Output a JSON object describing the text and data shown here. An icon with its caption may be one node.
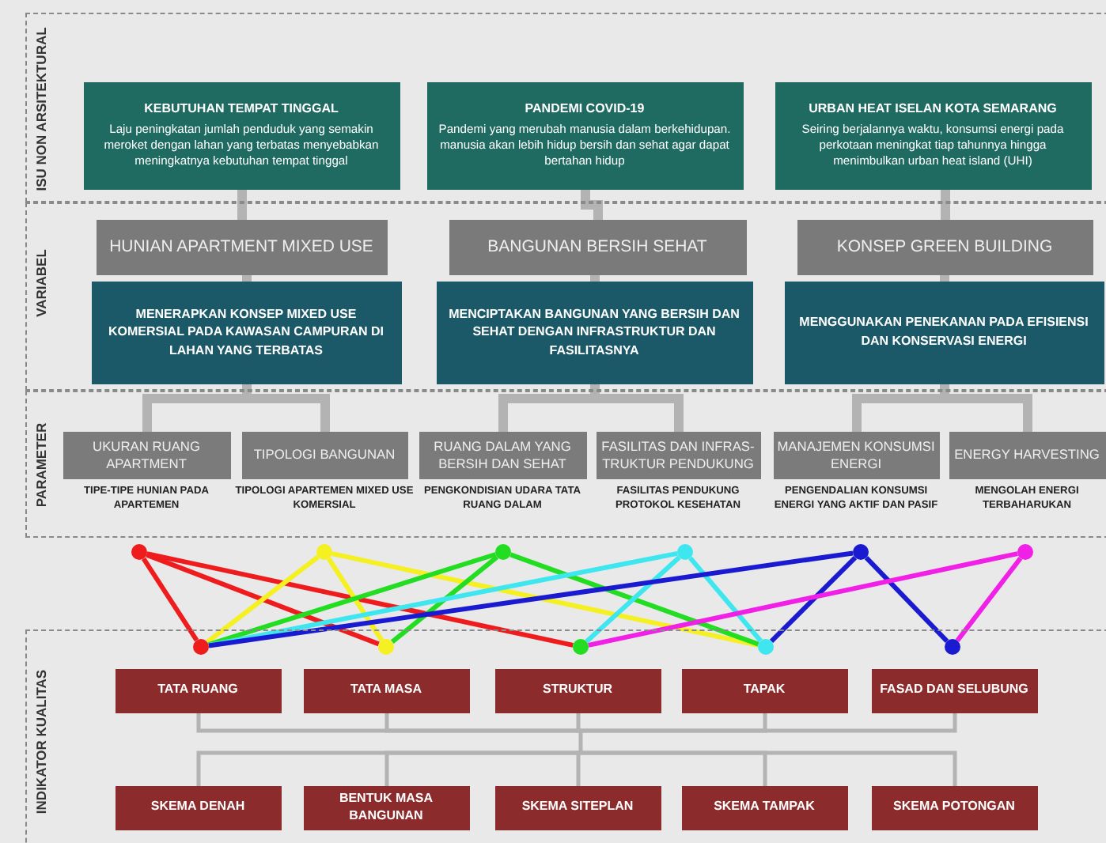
{
  "diagram": {
    "nodes": [
      {
        "text": [
          "ISU NON ARSITEKTURAL"
        ]
      },
      {
        "text": [
          "KEBUTUHAN TEMPAT TINGGAL",
          "Laju peningkatan jumlah penduduk yang semakin meroket dengan lahan yang terbatas menyebabkan meningkatnya kebutuhan tempat tinggal"
        ],
        "in": 0
      },
      {
        "text": [
          "PANDEMI COVID-19",
          "Pandemi yang merubah manusia dalam berkehidupan. manusia akan lebih hidup bersih dan sehat agar dapat bertahan hidup"
        ],
        "in": 0
      },
      {
        "text": [
          "URBAN HEAT ISELAN KOTA SEMARANG",
          "Seiring berjalannya waktu, konsumsi energi pada perkotaan meningkat tiap tahunnya hingga menimbulkan urban heat island (UHI)"
        ],
        "in": 0
      },
      {
        "text": [
          "VARIABEL"
        ]
      },
      {
        "text": [
          "HUNIAN APARTMENT MIXED USE"
        ],
        "in": 4
      },
      {
        "text": [
          "MENERAPKAN KONSEP MIXED USE KOMERSIAL PADA KAWASAN CAMPURAN DI LAHAN YANG TERBATAS"
        ],
        "in": 4
      },
      {
        "text": [
          "BANGUNAN BERSIH SEHAT"
        ],
        "in": 4
      },
      {
        "text": [
          "MENCIPTAKAN BANGUNAN YANG BERSIH DAN SEHAT DENGAN INFRASTRUKTUR DAN FASILITASNYA"
        ],
        "in": 4
      },
      {
        "text": [
          "KONSEP GREEN BUILDING"
        ],
        "in": 4
      },
      {
        "text": [
          "MENGGUNAKAN PENEKANAN PADA EFISIENSI DAN KONSERVASI ENERGI"
        ],
        "in": 4
      },
      {
        "text": [
          "PARAMETER"
        ]
      },
      {
        "text": [
          "UKURAN RUANG APARTMENT"
        ],
        "in": 11,
        "beside": [
          "TIPE-TIPE HUNIAN PADA APARTEMEN"
        ]
      },
      {
        "text": [
          "TIPOLOGI BANGUNAN"
        ],
        "in": 11,
        "beside": [
          "TIPOLOGI APARTEMEN MIXED USE KOMERSIAL"
        ]
      },
      {
        "text": [
          "RUANG DALAM YANG BERSIH DAN SEHAT"
        ],
        "in": 11,
        "beside": [
          "PENGKONDISIAN UDARA TATA RUANG DALAM"
        ]
      },
      {
        "text": [
          "FASILITAS DAN INFRAS- TRUKTUR PENDUKUNG"
        ],
        "in": 11,
        "beside": [
          "FASILITAS PENDUKUNG PROTOKOL KESEHATAN"
        ]
      },
      {
        "text": [
          "MANAJEMEN KONSUMSI ENERGI"
        ],
        "in": 11,
        "beside": [
          "PENGENDALIAN KONSUMSI ENERGI YANG AKTIF DAN PASIF"
        ]
      },
      {
        "text": [
          "ENERGY HARVESTING"
        ],
        "in": 11,
        "beside": [
          "MENGOLAH ENERGI TERBAHARUKAN"
        ]
      },
      {
        "text": [],
        "shape": "circle"
      },
      {
        "text": [],
        "shape": "circle"
      },
      {
        "text": [],
        "shape": "circle"
      },
      {
        "text": [],
        "shape": "circle"
      },
      {
        "text": [],
        "shape": "circle"
      },
      {
        "text": [],
        "shape": "circle"
      },
      {
        "text": [
          "INDIKATOR KUALITAS"
        ]
      },
      {
        "text": [],
        "shape": "circle",
        "in": 24
      },
      {
        "text": [],
        "shape": "circle",
        "in": 24
      },
      {
        "text": [],
        "shape": "circle",
        "in": 24
      },
      {
        "text": [],
        "shape": "circle",
        "in": 24
      },
      {
        "text": [],
        "shape": "circle",
        "in": 24
      },
      {
        "text": [
          "TATA RUANG"
        ],
        "in": 24
      },
      {
        "text": [
          "TATA MASA"
        ],
        "in": 24
      },
      {
        "text": [
          "STRUKTUR"
        ],
        "in": 24
      },
      {
        "text": [
          "TAPAK"
        ],
        "in": 24
      },
      {
        "text": [
          "FASAD DAN SELUBUNG"
        ],
        "in": 24
      },
      {
        "text": [
          "SKEMA DENAH"
        ],
        "in": 24
      },
      {
        "text": [
          "BENTUK MASA BANGUNAN"
        ],
        "in": 24
      },
      {
        "text": [
          "SKEMA SITEPLAN"
        ],
        "in": 24
      },
      {
        "text": [
          "SKEMA TAMPAK"
        ],
        "in": 24
      },
      {
        "text": [
          "SKEMA POTONGAN"
        ],
        "in": 24
      }
    ],
    "edges": [
      {
        "from": 1,
        "to": 5,
        "arrow": "none",
        "style": "thick"
      },
      {
        "from": 5,
        "to": 6,
        "arrow": "none",
        "style": "thick"
      },
      {
        "from": 2,
        "to": 7,
        "arrow": "none",
        "style": "thick"
      },
      {
        "from": 7,
        "to": 8,
        "arrow": "none",
        "style": "thick"
      },
      {
        "from": 3,
        "to": 9,
        "arrow": "none",
        "style": "thick"
      },
      {
        "from": 9,
        "to": 10,
        "arrow": "none",
        "style": "thick"
      },
      {
        "from": 6,
        "to": 12,
        "arrow": "none",
        "style": "thick"
      },
      {
        "from": 6,
        "to": 13,
        "arrow": "none",
        "style": "thick"
      },
      {
        "from": 8,
        "to": 14,
        "arrow": "none",
        "style": "thick"
      },
      {
        "from": 8,
        "to": 15,
        "arrow": "none",
        "style": "thick"
      },
      {
        "from": 10,
        "to": 16,
        "arrow": "none",
        "style": "thick"
      },
      {
        "from": 10,
        "to": 17,
        "arrow": "none",
        "style": "thick"
      },
      {
        "from": 18,
        "to": 25,
        "arrow": "none",
        "color": "#ee1c1c"
      },
      {
        "from": 18,
        "to": 26,
        "arrow": "none",
        "color": "#ee1c1c"
      },
      {
        "from": 18,
        "to": 27,
        "arrow": "none",
        "color": "#ee1c1c"
      },
      {
        "from": 19,
        "to": 25,
        "arrow": "none",
        "color": "#f5f021"
      },
      {
        "from": 19,
        "to": 26,
        "arrow": "none",
        "color": "#f5f021"
      },
      {
        "from": 19,
        "to": 28,
        "arrow": "none",
        "color": "#f5f021"
      },
      {
        "from": 20,
        "to": 25,
        "arrow": "none",
        "color": "#22dd22"
      },
      {
        "from": 20,
        "to": 26,
        "arrow": "none",
        "color": "#22dd22"
      },
      {
        "from": 20,
        "to": 28,
        "arrow": "none",
        "color": "#22dd22"
      },
      {
        "from": 21,
        "to": 25,
        "arrow": "none",
        "color": "#3ee6ef"
      },
      {
        "from": 21,
        "to": 27,
        "arrow": "none",
        "color": "#3ee6ef"
      },
      {
        "from": 21,
        "to": 28,
        "arrow": "none",
        "color": "#3ee6ef"
      },
      {
        "from": 22,
        "to": 25,
        "arrow": "none",
        "color": "#1a1ad0"
      },
      {
        "from": 22,
        "to": 28,
        "arrow": "none",
        "color": "#1a1ad0"
      },
      {
        "from": 22,
        "to": 29,
        "arrow": "none",
        "color": "#1a1ad0"
      },
      {
        "from": 23,
        "to": 27,
        "arrow": "none",
        "color": "#f020e6"
      },
      {
        "from": 23,
        "to": 29,
        "arrow": "none",
        "color": "#f020e6"
      },
      {
        "from": 30,
        "to": 35,
        "arrow": "none"
      },
      {
        "from": 30,
        "to": 36,
        "arrow": "none"
      },
      {
        "from": 30,
        "to": 37,
        "arrow": "none"
      },
      {
        "from": 30,
        "to": 38,
        "arrow": "none"
      },
      {
        "from": 30,
        "to": 39,
        "arrow": "none"
      },
      {
        "from": 31,
        "to": 35,
        "arrow": "none"
      },
      {
        "from": 31,
        "to": 36,
        "arrow": "none"
      },
      {
        "from": 31,
        "to": 37,
        "arrow": "none"
      },
      {
        "from": 31,
        "to": 38,
        "arrow": "none"
      },
      {
        "from": 31,
        "to": 39,
        "arrow": "none"
      },
      {
        "from": 32,
        "to": 35,
        "arrow": "none"
      },
      {
        "from": 32,
        "to": 36,
        "arrow": "none"
      },
      {
        "from": 32,
        "to": 37,
        "arrow": "none"
      },
      {
        "from": 32,
        "to": 38,
        "arrow": "none"
      },
      {
        "from": 32,
        "to": 39,
        "arrow": "none"
      },
      {
        "from": 33,
        "to": 35,
        "arrow": "none"
      },
      {
        "from": 33,
        "to": 36,
        "arrow": "none"
      },
      {
        "from": 33,
        "to": 37,
        "arrow": "none"
      },
      {
        "from": 33,
        "to": 38,
        "arrow": "none"
      },
      {
        "from": 33,
        "to": 39,
        "arrow": "none"
      },
      {
        "from": 34,
        "to": 35,
        "arrow": "none"
      },
      {
        "from": 34,
        "to": 36,
        "arrow": "none"
      },
      {
        "from": 34,
        "to": 37,
        "arrow": "none"
      },
      {
        "from": 34,
        "to": 38,
        "arrow": "none"
      },
      {
        "from": 34,
        "to": 39,
        "arrow": "none"
      }
    ]
  }
}
